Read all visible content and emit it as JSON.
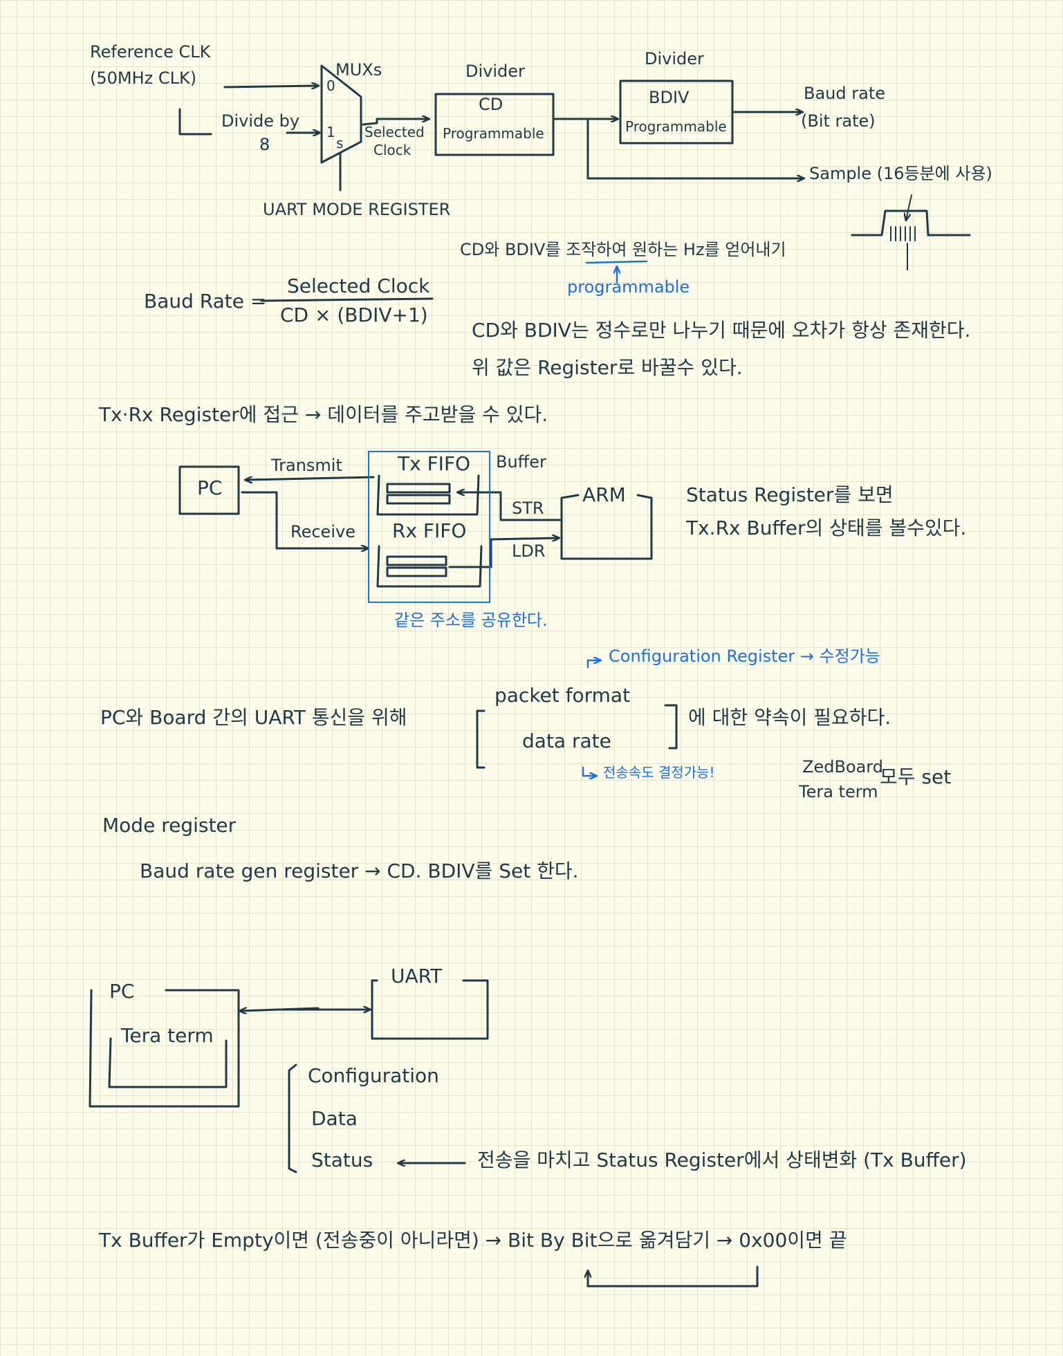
{
  "diagram1": {
    "ref_clk": "Reference CLK",
    "ref_clk_freq": "(50MHz CLK)",
    "divide_by": "Divide by",
    "divide_val": "8",
    "mux_title": "MUXs",
    "mux_in0": "0",
    "mux_in1": "1",
    "mux_sel": "s",
    "selected_clock_1": "Selected",
    "selected_clock_2": "Clock",
    "uart_mode_register": "UART MODE REGISTER",
    "divider_label_1": "Divider",
    "cd_box_title": "CD",
    "cd_box_sub": "Programmable",
    "divider_label_2": "Divider",
    "bdiv_box_title": "BDIV",
    "bdiv_box_sub": "Programmable",
    "baud_rate": "Baud rate",
    "bit_rate": "(Bit rate)",
    "sample": "Sample (16등분에 사용)"
  },
  "notes1": {
    "cd_bdiv_note": "CD와 BDIV를 조작하여 원하는 Hz를 얻어내기",
    "programmable_note": "programmable",
    "formula_lhs": "Baud Rate =",
    "formula_num": "Selected Clock",
    "formula_den": "CD × (BDIV+1)",
    "error_note": "CD와 BDIV는 정수로만 나누기 때문에 오차가 항상 존재한다.",
    "register_note": "위 값은 Register로 바꿀수 있다.",
    "txrx_note": "Tx·Rx Register에 접근 → 데이터를 주고받을 수 있다."
  },
  "diagram2": {
    "pc": "PC",
    "transmit": "Transmit",
    "receive": "Receive",
    "tx_fifo": "Tx FIFO",
    "rx_fifo": "Rx FIFO",
    "buffer": "Buffer",
    "str": "STR",
    "ldr": "LDR",
    "arm": "ARM",
    "same_address": "같은 주소를 공유한다.",
    "status_note_1": "Status Register를 보면",
    "status_note_2": "Tx.Rx Buffer의 상태를 볼수있다."
  },
  "notes2": {
    "config_register_note": "Configuration Register → 수정가능",
    "pc_board_prefix": "PC와 Board 간의 UART 통신을 위해",
    "packet_format": "packet format",
    "data_rate": "data rate",
    "pc_board_suffix": "에 대한 약속이 필요하다.",
    "speed_note": "전송속도 결정가능!",
    "zedboard": "ZedBoard",
    "tera_term": "Tera term",
    "both_set": "모두 set",
    "mode_register": "Mode register",
    "baud_rate_gen": "Baud rate gen register → CD. BDIV를 Set 한다."
  },
  "diagram3": {
    "pc": "PC",
    "tera_term": "Tera term",
    "uart": "UART",
    "configuration": "Configuration",
    "data": "Data",
    "status": "Status",
    "status_note": "전송을 마치고 Status Register에서 상태변화 (Tx Buffer)"
  },
  "bottom_note": "Tx Buffer가 Empty이면 (전송중이 아니라면) → Bit By Bit으로 옮겨담기 → 0x00이면 끝"
}
